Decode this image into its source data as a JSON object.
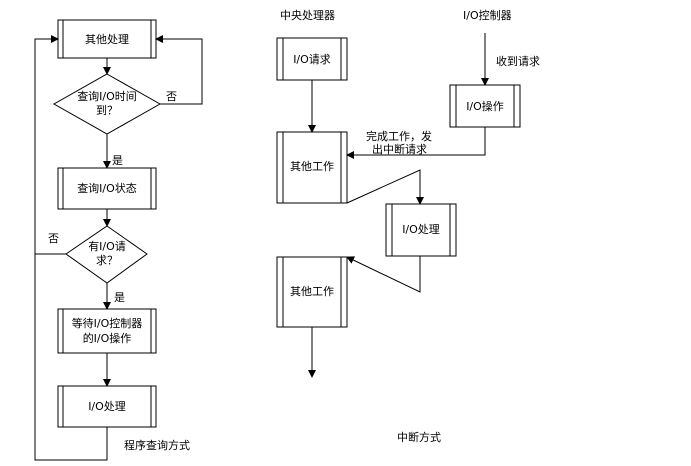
{
  "left_flow": {
    "other_processing": "其他处理",
    "query_io_time_line1": "查询I/O时间",
    "query_io_time_line2": "到？",
    "no_label_1": "否",
    "yes_label_1": "是",
    "query_io_status": "查询I/O状态",
    "has_io_request_line1": "有I/O请",
    "has_io_request_line2": "求？",
    "no_label_2": "否",
    "yes_label_2": "是",
    "wait_io_line1": "等待I/O控制器",
    "wait_io_line2": "的I/O操作",
    "io_processing": "I/O处理",
    "caption": "程序查询方式"
  },
  "right_flow": {
    "cpu_title": "中央处理器",
    "io_controller_title": "I/O控制器",
    "io_request_box": "I/O请求",
    "receive_request": "收到请求",
    "io_operation_box": "I/O操作",
    "complete_work_line1": "完成工作，发",
    "complete_work_line2": "出中断请求",
    "other_work_1": "其他工作",
    "io_processing_box": "I/O处理",
    "other_work_2": "其他工作",
    "caption": "中断方式"
  }
}
